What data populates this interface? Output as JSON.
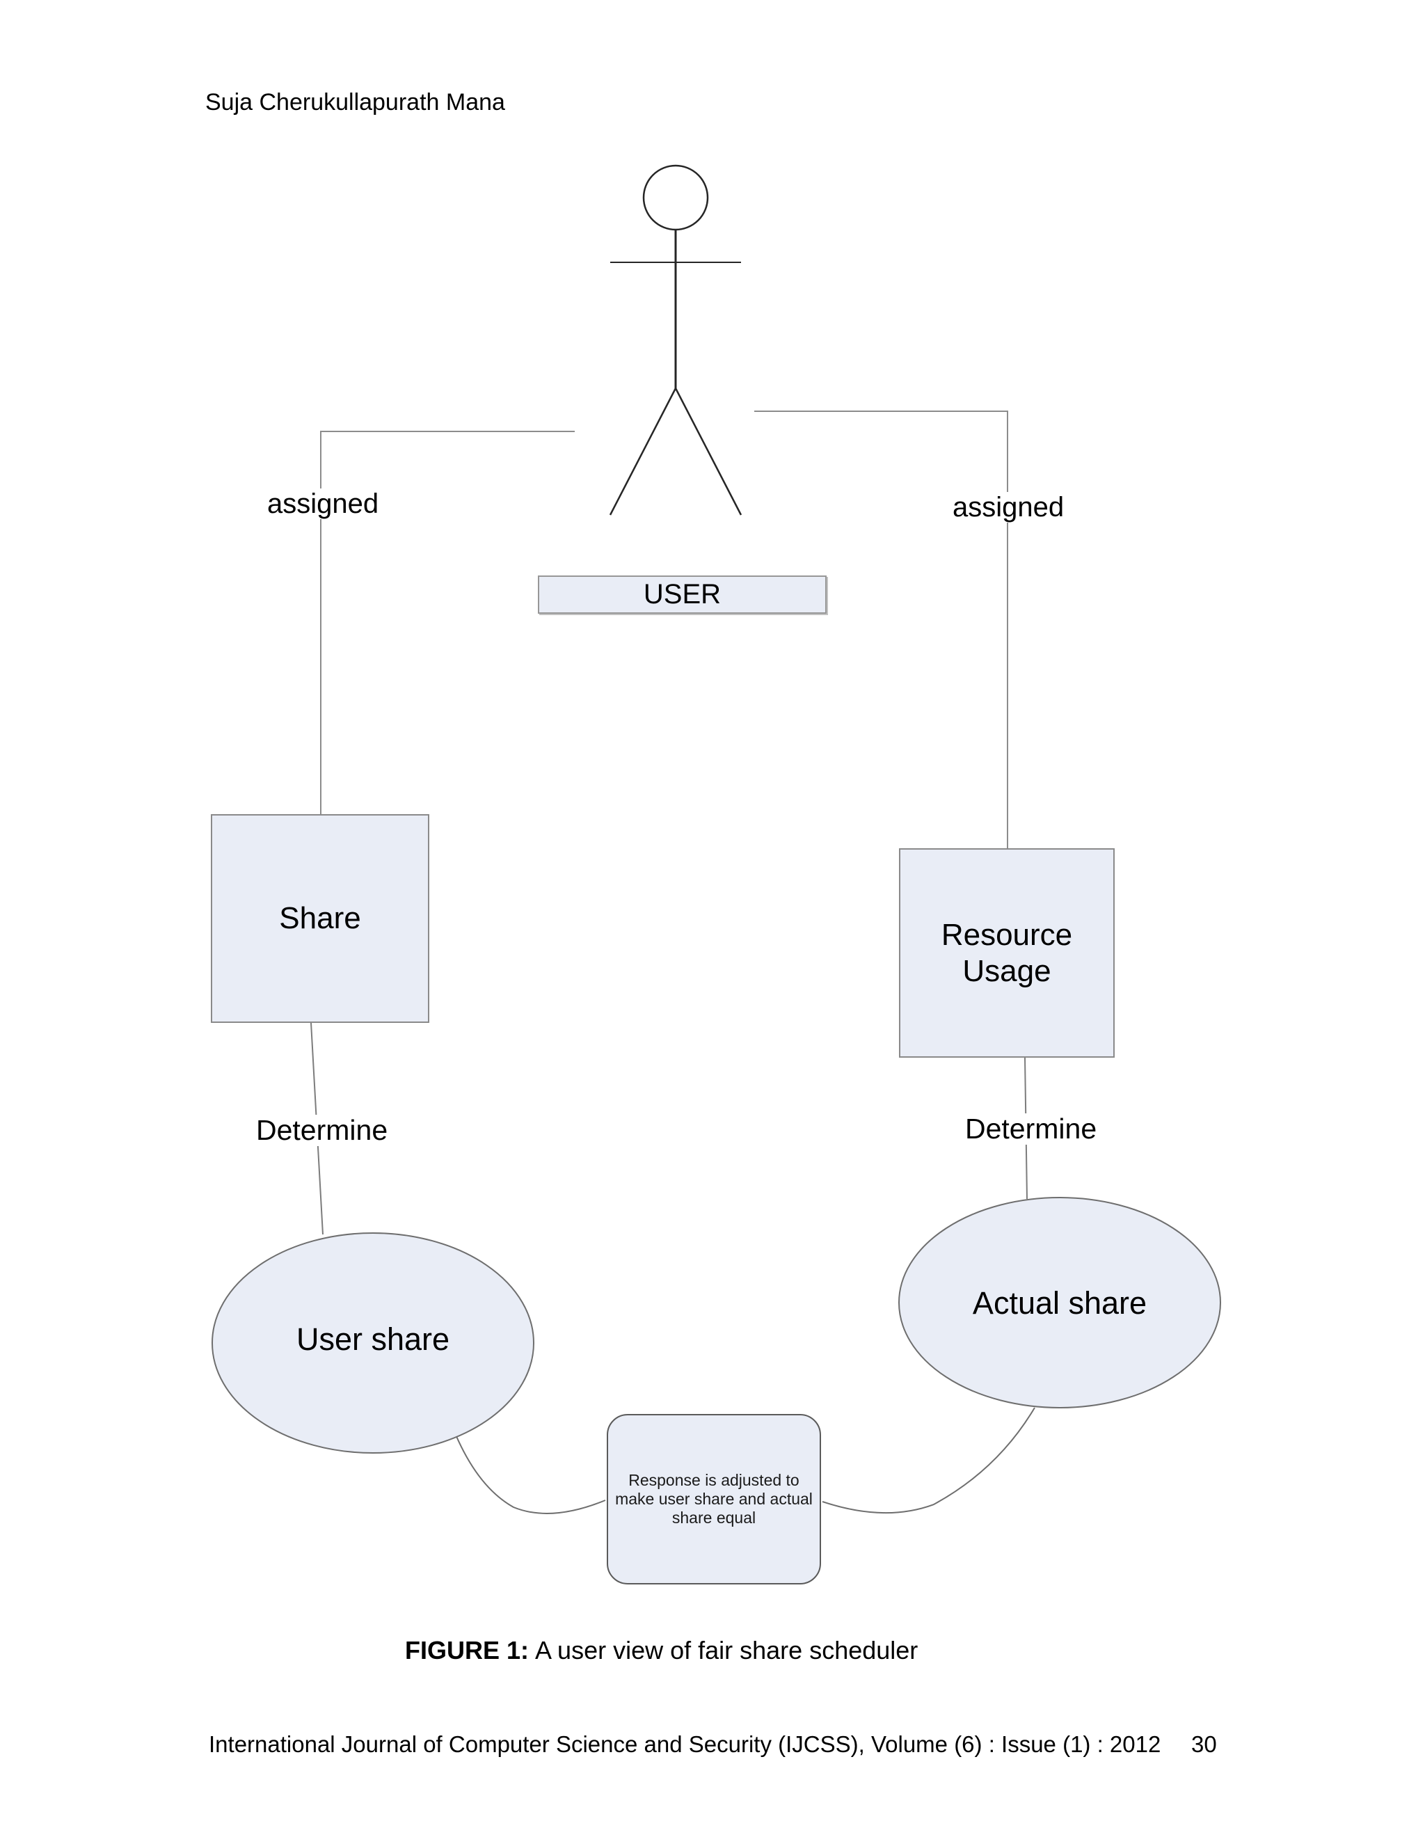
{
  "page": {
    "header": "Suja Cherukullapurath Mana",
    "caption": {
      "figure_label": "FIGURE 1:",
      "figure_text": "A user view of fair share scheduler"
    },
    "footer": {
      "journal_line": "International Journal of Computer Science and Security (IJCSS), Volume (6) : Issue (1) : 2012",
      "page_number": "30"
    }
  },
  "diagram": {
    "actor": {
      "label": "USER"
    },
    "nodes": {
      "share": {
        "label": "Share"
      },
      "resource_usage": {
        "label": "Resource\nUsage"
      },
      "user_share": {
        "label": "User share"
      },
      "actual_share": {
        "label": "Actual share"
      },
      "response_note": {
        "label": "Response is adjusted to\nmake user share and actual\nshare equal"
      }
    },
    "edge_labels": {
      "assigned_left": "assigned",
      "assigned_right": "assigned",
      "determine_left": "Determine",
      "determine_right": "Determine"
    }
  },
  "colors": {
    "node_fill": "#e9edf6",
    "node_border": "#8a8a8a",
    "connector_line": "#8c8c8c",
    "actor_stroke": "#262626",
    "text": "#000000"
  }
}
